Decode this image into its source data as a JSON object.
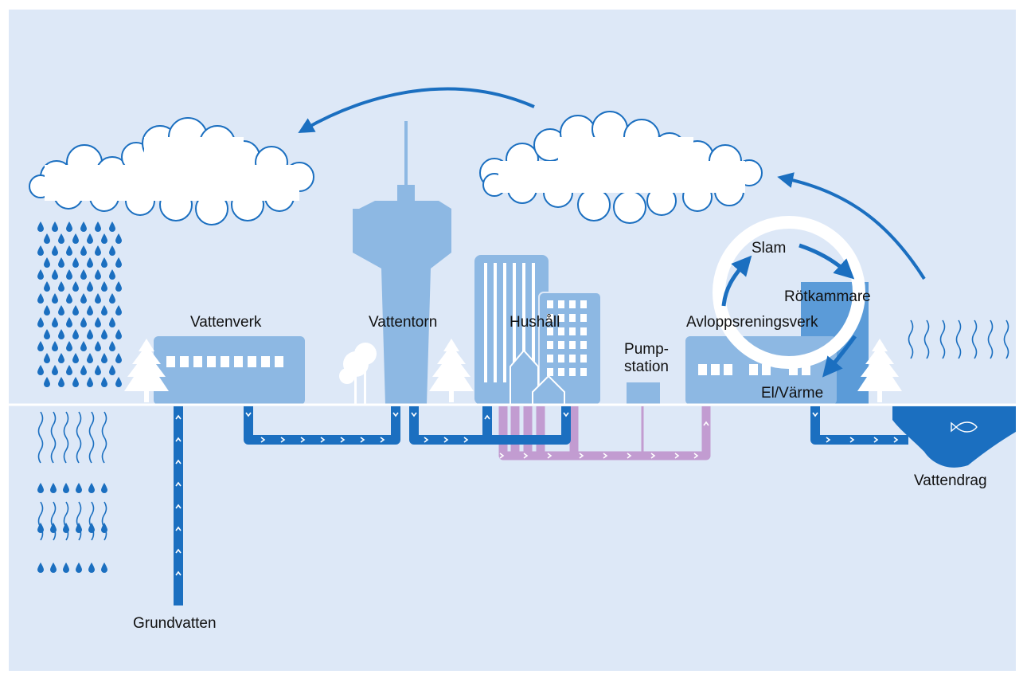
{
  "labels": {
    "vattenverk": "Vattenverk",
    "vattentorn": "Vattentorn",
    "hushall": "Hushåll",
    "pump_line1": "Pump-",
    "pump_line2": "station",
    "avlopp": "Avloppsreningsverk",
    "slam": "Slam",
    "rotkammare": "Rötkammare",
    "el_varme": "El/Värme",
    "grundvatten": "Grundvatten",
    "vattendrag": "Vattendrag"
  },
  "colors": {
    "background": "#dde8f7",
    "building": "#8db8e3",
    "building_dark": "#5b9bd8",
    "pipe_clean": "#1b6fc0",
    "pipe_waste": "#c29cd1",
    "cloud_outline": "#1b6fc0",
    "text": "#111111",
    "white": "#ffffff"
  }
}
